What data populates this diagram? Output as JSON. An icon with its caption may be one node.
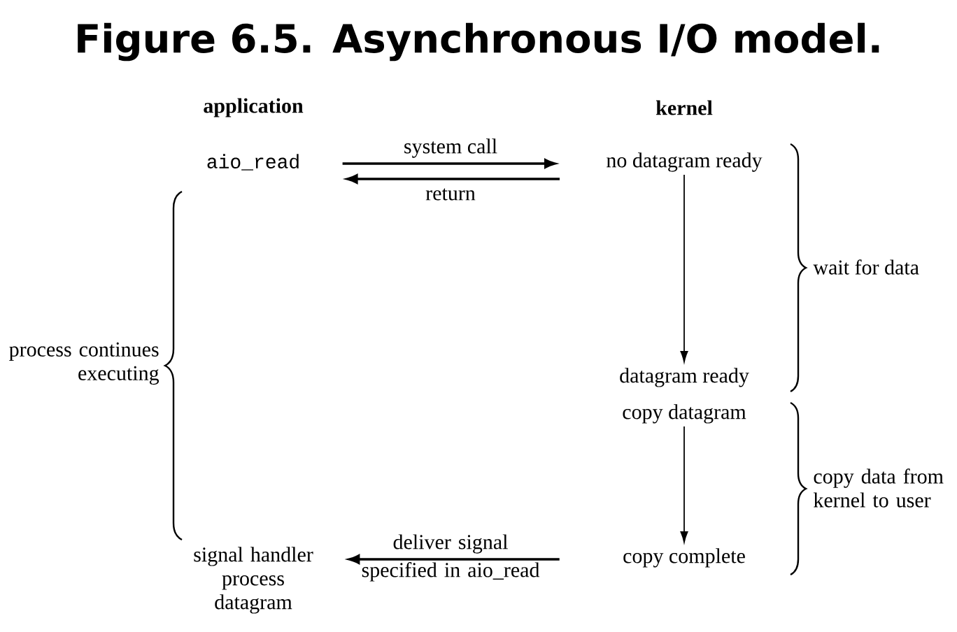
{
  "diagram": {
    "title": "Figure 6.5. Asynchronous I/O model.",
    "nodes": [
      {
        "text": [
          "aio_read"
        ]
      },
      {
        "text": [
          "no datagram ready"
        ]
      },
      {
        "text": [
          "datagram ready"
        ]
      },
      {
        "text": [
          "copy datagram"
        ]
      },
      {
        "text": [
          "copy complete"
        ]
      },
      {
        "text": [
          "signal handler process datagram"
        ]
      }
    ],
    "edges": [
      {
        "from": 0,
        "to": 1,
        "arrow": "to",
        "label": "system call"
      },
      {
        "from": 1,
        "to": 0,
        "arrow": "to",
        "label": "return"
      },
      {
        "from": 1,
        "to": 2,
        "arrow": "to"
      },
      {
        "from": 3,
        "to": 4,
        "arrow": "to"
      },
      {
        "from": 4,
        "to": 5,
        "arrow": "to",
        "label": "deliver signal specified in aio_read"
      }
    ],
    "labels": [
      "application",
      "kernel",
      "wait for data",
      "process continues executing",
      "copy data from kernel to user"
    ]
  }
}
